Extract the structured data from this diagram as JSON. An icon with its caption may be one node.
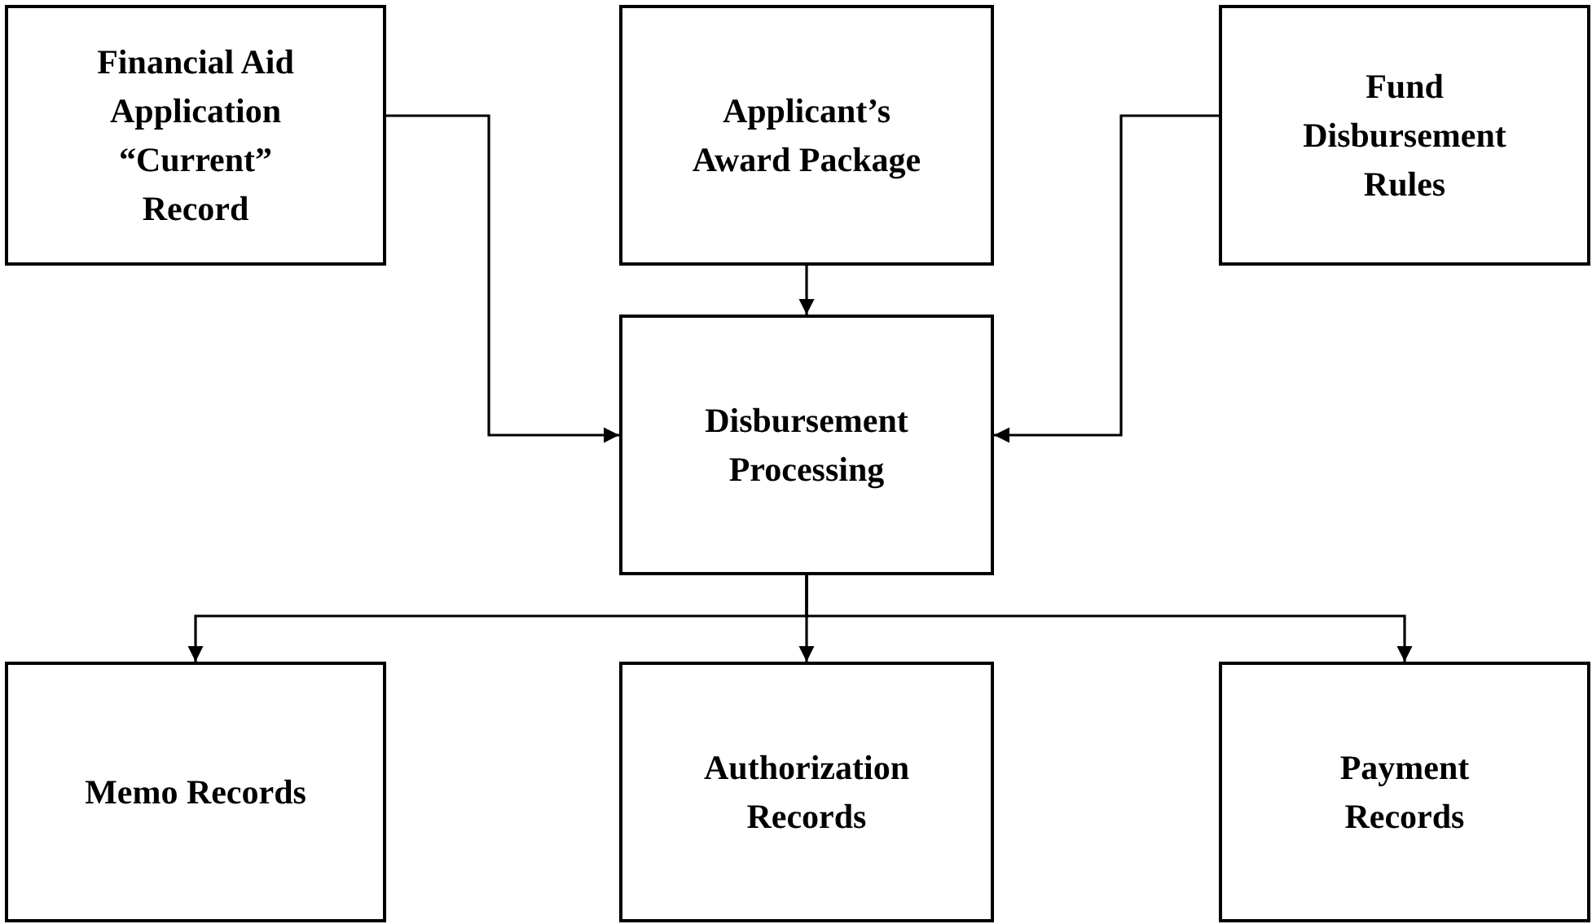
{
  "diagram": {
    "nodes": [
      {
        "text": [
          "Financial Aid Application “Current” Record"
        ]
      },
      {
        "text": [
          "Applicant’s Award Package"
        ]
      },
      {
        "text": [
          "Fund Disbursement Rules"
        ]
      },
      {
        "text": [
          "Disbursement Processing"
        ]
      },
      {
        "text": [
          "Memo Records"
        ]
      },
      {
        "text": [
          "Authorization Records"
        ]
      },
      {
        "text": [
          "Payment Records"
        ]
      }
    ],
    "edges": [
      {
        "from": 0,
        "to": 3,
        "arrow": "to"
      },
      {
        "from": 1,
        "to": 3,
        "arrow": "to"
      },
      {
        "from": 2,
        "to": 3,
        "arrow": "to"
      },
      {
        "from": 3,
        "to": 4,
        "arrow": "to"
      },
      {
        "from": 3,
        "to": 5,
        "arrow": "to"
      },
      {
        "from": 3,
        "to": 6,
        "arrow": "to"
      }
    ]
  }
}
